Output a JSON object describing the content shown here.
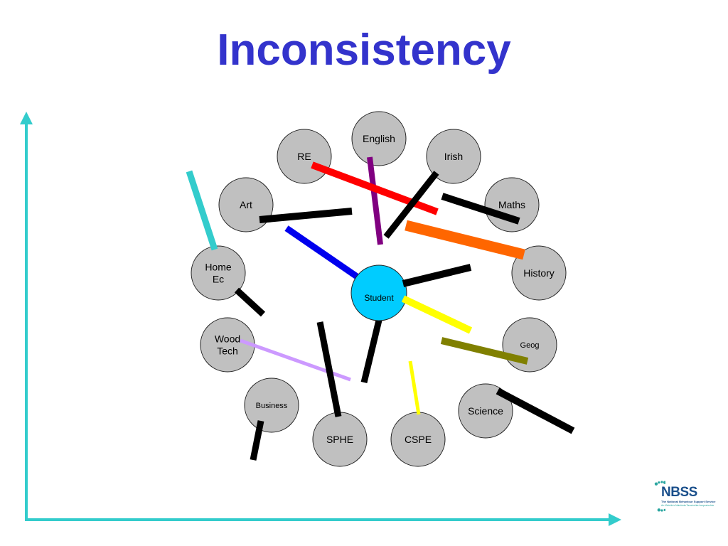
{
  "title": "Inconsistency",
  "colors": {
    "title": "#3333cc",
    "axis": "#33cccc",
    "subject_fill": "#c0c0c0",
    "student_fill": "#00ccff"
  },
  "center": {
    "label": "Student"
  },
  "subjects": [
    {
      "id": "english",
      "lines": [
        "English"
      ]
    },
    {
      "id": "re",
      "lines": [
        "RE"
      ]
    },
    {
      "id": "irish",
      "lines": [
        "Irish"
      ]
    },
    {
      "id": "art",
      "lines": [
        "Art"
      ]
    },
    {
      "id": "maths",
      "lines": [
        "Maths"
      ]
    },
    {
      "id": "home-ec",
      "lines": [
        "Home",
        "Ec"
      ]
    },
    {
      "id": "history",
      "lines": [
        "History"
      ]
    },
    {
      "id": "wood-tech",
      "lines": [
        "Wood",
        "Tech"
      ]
    },
    {
      "id": "geog",
      "lines": [
        "Geog"
      ]
    },
    {
      "id": "business",
      "lines": [
        "Business"
      ]
    },
    {
      "id": "science",
      "lines": [
        "Science"
      ]
    },
    {
      "id": "sphe",
      "lines": [
        "SPHE"
      ]
    },
    {
      "id": "cspe",
      "lines": [
        "CSPE"
      ]
    }
  ],
  "connectors": [
    {
      "id": "blue",
      "color": "#0000ee"
    },
    {
      "id": "purple",
      "color": "#800080"
    },
    {
      "id": "red",
      "color": "#ff0000"
    },
    {
      "id": "black-irish",
      "color": "#000000"
    },
    {
      "id": "black-art",
      "color": "#000000"
    },
    {
      "id": "black-maths",
      "color": "#000000"
    },
    {
      "id": "orange",
      "color": "#ff6600"
    },
    {
      "id": "black-history",
      "color": "#000000"
    },
    {
      "id": "teal",
      "color": "#33cccc"
    },
    {
      "id": "black-homeec",
      "color": "#000000"
    },
    {
      "id": "yellow",
      "color": "#ffff00"
    },
    {
      "id": "olive",
      "color": "#808000"
    },
    {
      "id": "lavender",
      "color": "#cc99ff"
    },
    {
      "id": "black-sphe",
      "color": "#000000"
    },
    {
      "id": "black-student-down",
      "color": "#000000"
    },
    {
      "id": "yellow-cspe",
      "color": "#ffff00"
    },
    {
      "id": "black-science",
      "color": "#000000"
    },
    {
      "id": "black-business",
      "color": "#000000"
    }
  ],
  "logo": {
    "name": "NBSS",
    "tagline": "The National Behaviour Support Service",
    "subtitle": "An tSeirbhís Náisiúnta Tacaíochta Iompraíochta"
  }
}
